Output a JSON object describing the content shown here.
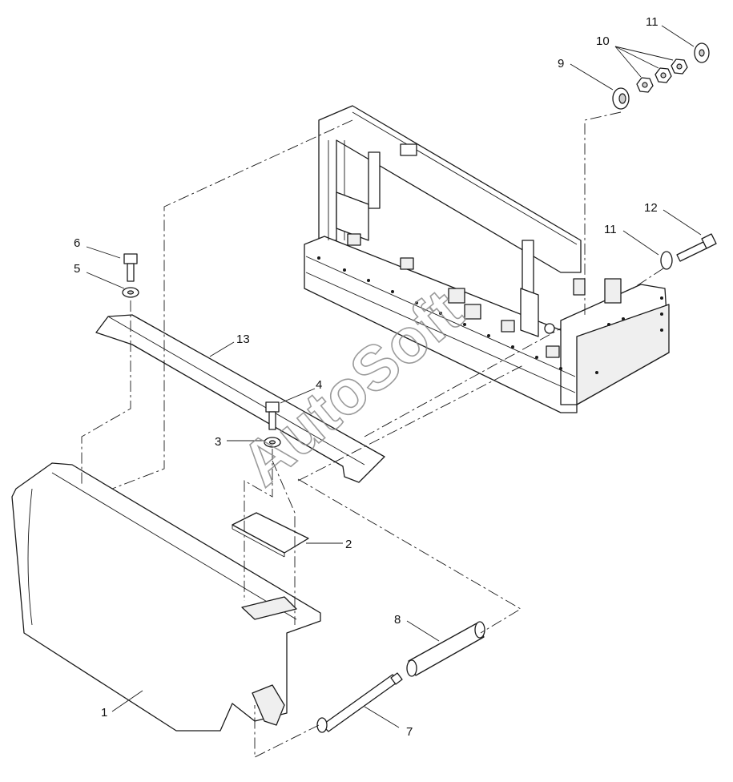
{
  "watermark": "AutoSoft",
  "callouts": [
    "1",
    "2",
    "3",
    "4",
    "5",
    "6",
    "7",
    "8",
    "9",
    "10",
    "11",
    "11",
    "12",
    "13"
  ]
}
